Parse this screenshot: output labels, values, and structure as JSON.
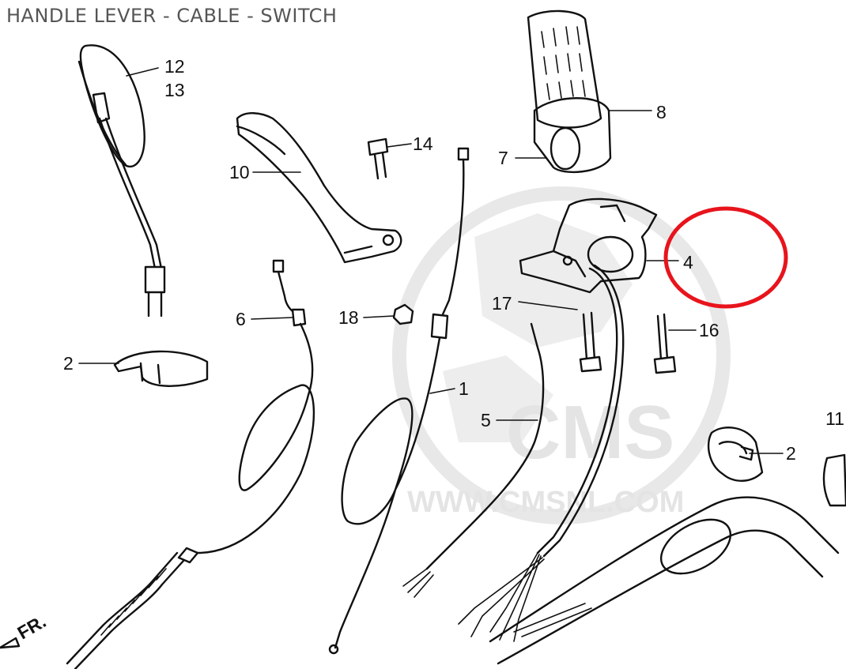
{
  "title": "HANDLE LEVER - CABLE - SWITCH",
  "watermark": {
    "logo": "CMS",
    "url": "WWW.CMSNL.COM"
  },
  "highlight_color": "#e8141c",
  "highlighted_callout": "4",
  "front_marker": "FR.",
  "callouts": {
    "c1": "1",
    "c2a": "2",
    "c2b": "2",
    "c4": "4",
    "c5": "5",
    "c6": "6",
    "c7": "7",
    "c8": "8",
    "c10": "10",
    "c11": "11",
    "c12": "12",
    "c13": "13",
    "c14": "14",
    "c16": "16",
    "c17": "17",
    "c18": "18"
  }
}
